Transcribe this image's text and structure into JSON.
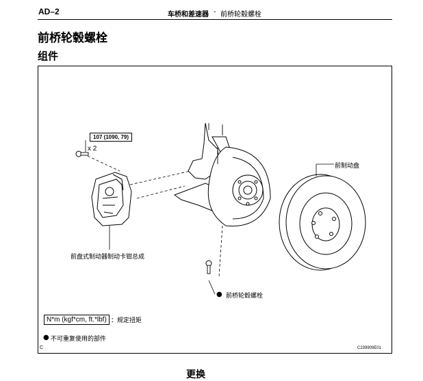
{
  "header": {
    "page_code": "AD–2",
    "section": "车桥和差速器",
    "separator": "-",
    "topic": "前桥轮毂螺栓"
  },
  "page_title": "前桥轮毂螺栓",
  "section_title": "组件",
  "figure": {
    "torque_spec": "107 (1090, 79)",
    "quantity": "x 2",
    "labels": {
      "disc": "前制动盘",
      "caliper": "前盘式制动器制动卡钳总成",
      "bolt_marker": "●",
      "bolt": "前桥轮毂螺栓"
    },
    "legend": {
      "torque_unit": "N*m (kgf*cm, ft.*lbf)",
      "torque_text": "：规定扭矩",
      "nonreusable_marker": "●",
      "nonreusable_text": "不可重复使用的部件"
    },
    "corner_letter": "C",
    "figure_code": "C239909E01"
  },
  "next_heading": "更换"
}
